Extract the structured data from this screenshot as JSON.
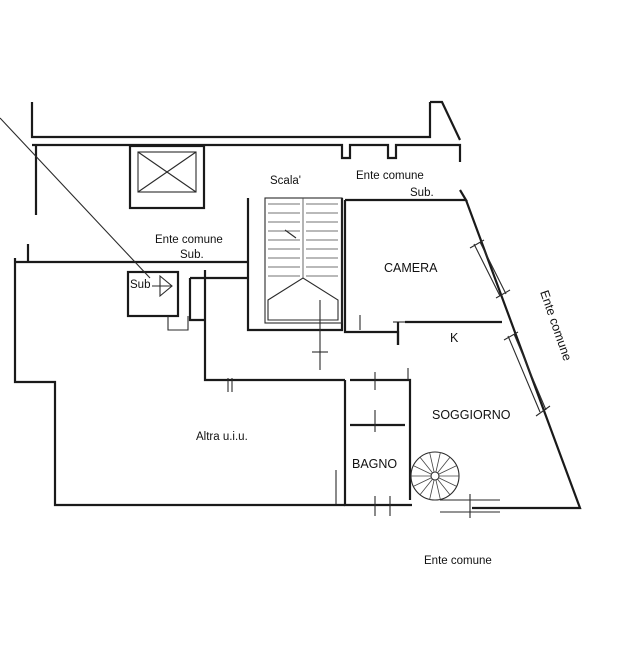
{
  "labels": {
    "scala": "Scala'",
    "ente_comune_top": "Ente comune",
    "sub_top": "Sub.",
    "ente_comune_left": "Ente comune",
    "sub_left": "Sub.",
    "sub_small": "Sub",
    "camera": "CAMERA",
    "k": "K",
    "ente_comune_right": "Ente comune",
    "soggiorno": "SOGGIORNO",
    "altra_uiu": "Altra u.i.u.",
    "bagno": "BAGNO",
    "ente_comune_bottom": "Ente comune"
  }
}
